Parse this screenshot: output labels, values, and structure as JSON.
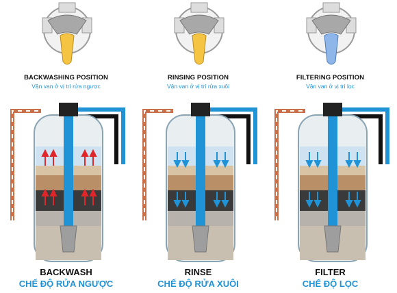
{
  "panels": [
    {
      "id": "backwash",
      "position_title": "BACKWASHING POSITION",
      "position_subtitle": "Vận van ở vị trí rửa ngược",
      "mode_title": "BACKWASH",
      "mode_subtitle": "CHẾ ĐỘ RỬA NGƯỢC",
      "handle_color": "#f6c443",
      "flow": "up"
    },
    {
      "id": "rinse",
      "position_title": "RINSING POSITION",
      "position_subtitle": "Vận van ở vị trí rửa xuôi",
      "mode_title": "RINSE",
      "mode_subtitle": "CHẾ ĐỘ RỬA XUÔI",
      "handle_color": "#f6c443",
      "flow": "down"
    },
    {
      "id": "filter",
      "position_title": "FILTERING POSITION",
      "position_subtitle": "Vận van ở vị trí lọc",
      "mode_title": "FILTER",
      "mode_subtitle": "CHẾ ĐỘ LỌC",
      "handle_color": "#8fb6e8",
      "flow": "down"
    }
  ],
  "colors": {
    "water_blue": "#1f93d6",
    "inlet_pipe": "#c9704a",
    "waste_pipe": "#000000",
    "flow_up": "#e0262a",
    "flow_down": "#1f93d6"
  }
}
